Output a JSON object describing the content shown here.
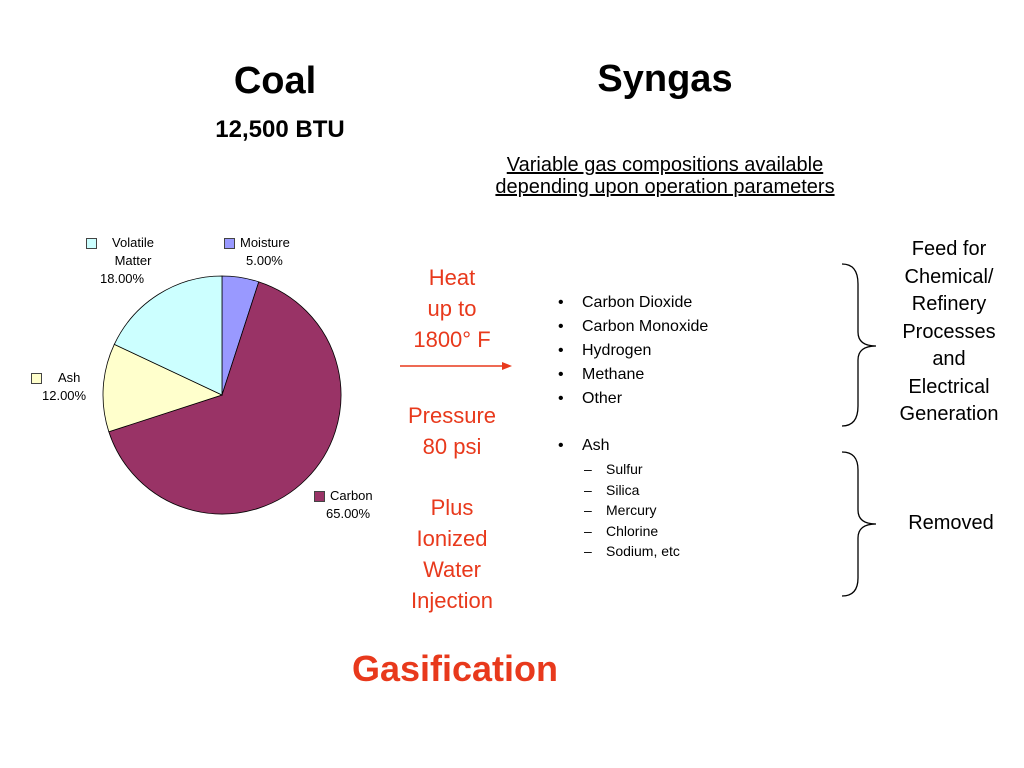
{
  "coal": {
    "title": "Coal",
    "btu": "12,500 BTU"
  },
  "syngas": {
    "title": "Syngas",
    "note": "Variable gas compositions available depending upon operation parameters"
  },
  "chart_data": {
    "type": "pie",
    "title": "",
    "slices": [
      {
        "label": "Moisture",
        "value": 5.0,
        "pct_label": "5.00%",
        "color": "#9999ff"
      },
      {
        "label": "Carbon",
        "value": 65.0,
        "pct_label": "65.00%",
        "color": "#993366"
      },
      {
        "label": "Ash",
        "value": 12.0,
        "pct_label": "12.00%",
        "color": "#ffffcc"
      },
      {
        "label": "Volatile Matter",
        "value": 18.0,
        "pct_label": "18.00%",
        "color": "#ccffff"
      }
    ],
    "legend": "labels beside slices"
  },
  "process": {
    "heat": [
      "Heat",
      "up to",
      "1800° F"
    ],
    "pressure": [
      "Pressure",
      "80 psi"
    ],
    "plus": [
      "Plus",
      "Ionized",
      "Water",
      "Injection"
    ],
    "accent_color": "#e8391c"
  },
  "gasification": "Gasification",
  "gases": [
    "Carbon Dioxide",
    "Carbon Monoxide",
    "Hydrogen",
    "Methane",
    "Other"
  ],
  "ash": {
    "label": "Ash",
    "items": [
      "Sulfur",
      "Silica",
      "Mercury",
      "Chlorine",
      "Sodium, etc"
    ]
  },
  "feed_note": [
    "Feed for",
    "Chemical/",
    "Refinery",
    "Processes",
    "and",
    "Electrical",
    "Generation"
  ],
  "removed": "Removed"
}
